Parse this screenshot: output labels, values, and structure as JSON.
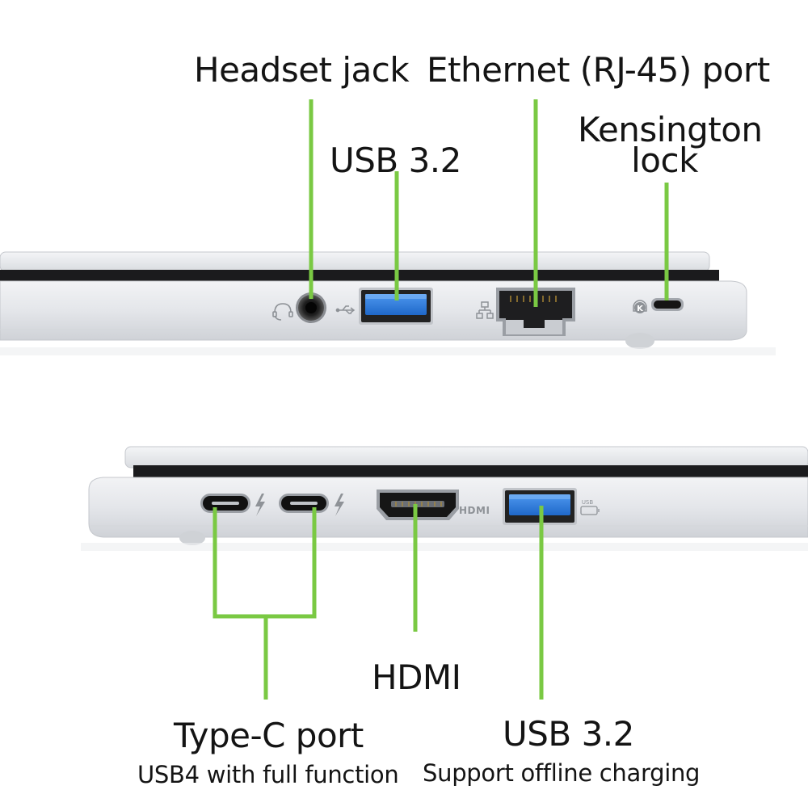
{
  "top_labels": {
    "headset_jack": "Headset jack",
    "ethernet_port": "Ethernet (RJ-45) port",
    "usb_left": "USB 3.2",
    "kensington": "Kensington lock"
  },
  "bottom_labels": {
    "type_c": "Type-C port",
    "type_c_sub": "USB4 with full function",
    "hdmi": "HDMI",
    "usb_right": "USB 3.2",
    "usb_right_sub": "Support offline charging"
  },
  "port_markings": {
    "hdmi_logo": "HDMI"
  },
  "colors": {
    "leader_line": "#7ac943",
    "chassis": "#e9ebee",
    "usb_blue": "#2d7fe0",
    "port_dark": "#1a1a1a",
    "text": "#141414"
  },
  "icons": {
    "headset": "headset-icon",
    "usb": "usb-trident-icon",
    "network": "network-icon",
    "lock": "kensington-lock-icon",
    "thunderbolt": "lightning-bolt-icon",
    "usb_power": "usb-power-icon"
  }
}
